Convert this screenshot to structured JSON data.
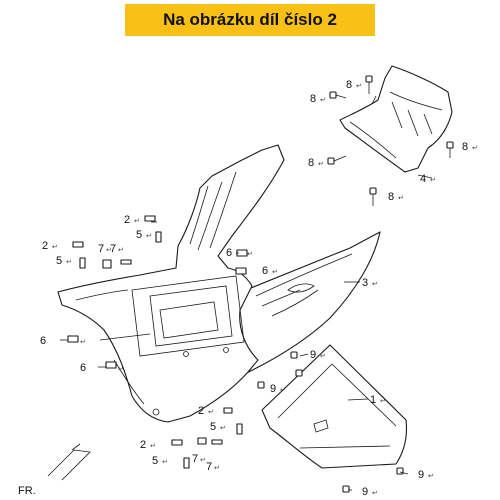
{
  "banner": {
    "text": "Na obrázku díl číslo 2",
    "color": "#f9c015"
  },
  "return_mark": "↵",
  "orientation": {
    "label": "FR."
  },
  "parts": [
    {
      "label": "1"
    },
    {
      "label": "2"
    },
    {
      "label": "3"
    },
    {
      "label": "4"
    },
    {
      "label": "5"
    },
    {
      "label": "6"
    },
    {
      "label": "7"
    },
    {
      "label": "8"
    },
    {
      "label": "9"
    }
  ],
  "callouts": [
    {
      "text": "8"
    },
    {
      "text": "8"
    },
    {
      "text": "8"
    },
    {
      "text": "8"
    },
    {
      "text": "8"
    },
    {
      "text": "4"
    },
    {
      "text": "3"
    },
    {
      "text": "1"
    },
    {
      "text": "2"
    },
    {
      "text": "5"
    },
    {
      "text": "2"
    },
    {
      "text": "5"
    },
    {
      "text": "7"
    },
    {
      "text": "7"
    },
    {
      "text": "6"
    },
    {
      "text": "6"
    },
    {
      "text": "6"
    },
    {
      "text": "6"
    },
    {
      "text": "9"
    },
    {
      "text": "9"
    },
    {
      "text": "2"
    },
    {
      "text": "5"
    },
    {
      "text": "2"
    },
    {
      "text": "5"
    },
    {
      "text": "7"
    },
    {
      "text": "7"
    },
    {
      "text": "9"
    },
    {
      "text": "9"
    }
  ]
}
